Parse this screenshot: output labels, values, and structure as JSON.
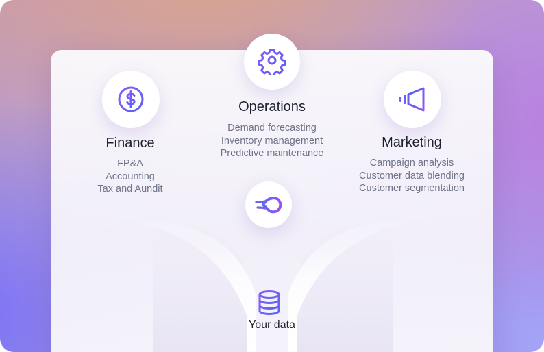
{
  "operations": {
    "title": "Operations",
    "items": [
      "Demand forecasting",
      "Inventory management",
      "Predictive maintenance"
    ],
    "icon": "gear-icon"
  },
  "finance": {
    "title": "Finance",
    "items": [
      "FP&A",
      "Accounting",
      "Tax and Aundit"
    ],
    "icon": "dollar-icon"
  },
  "marketing": {
    "title": "Marketing",
    "items": [
      "Campaign analysis",
      "Customer data blending",
      "Customer segmentation"
    ],
    "icon": "megaphone-icon"
  },
  "center_logo": {
    "icon": "brand-logo-icon"
  },
  "data_source": {
    "label": "Your data",
    "icon": "database-icon"
  },
  "colors": {
    "accent_purple": "#7b4df2",
    "accent_blue": "#5b6bf4",
    "text_dark": "#1f2230",
    "text_muted": "#6f7488"
  }
}
